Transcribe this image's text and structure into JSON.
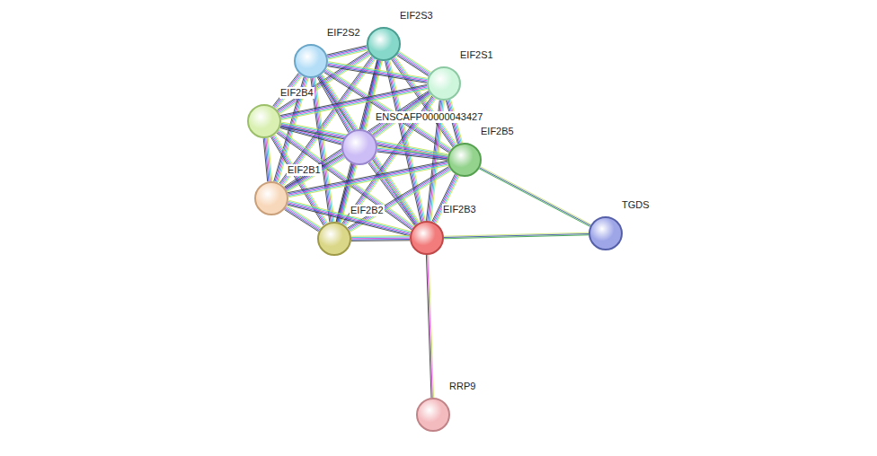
{
  "diagram": {
    "nodes": [
      {
        "text": [
          "EIF2S3"
        ]
      },
      {
        "text": [
          "EIF2S2"
        ]
      },
      {
        "text": [
          "EIF2S1"
        ]
      },
      {
        "text": [
          "EIF2B4"
        ]
      },
      {
        "text": [
          "ENSCAFP00000043427"
        ]
      },
      {
        "text": [
          "EIF2B5"
        ]
      },
      {
        "text": [
          "EIF2B1"
        ]
      },
      {
        "text": [
          "EIF2B2"
        ]
      },
      {
        "text": [
          "EIF2B3"
        ]
      },
      {
        "text": [
          "TGDS"
        ]
      },
      {
        "text": [
          "RRP9"
        ]
      }
    ],
    "edges": [
      {
        "from": 0,
        "to": 1,
        "arrow": "none"
      },
      {
        "from": 0,
        "to": 2,
        "arrow": "none"
      },
      {
        "from": 0,
        "to": 3,
        "arrow": "none"
      },
      {
        "from": 0,
        "to": 4,
        "arrow": "none"
      },
      {
        "from": 0,
        "to": 5,
        "arrow": "none"
      },
      {
        "from": 0,
        "to": 6,
        "arrow": "none"
      },
      {
        "from": 0,
        "to": 7,
        "arrow": "none"
      },
      {
        "from": 0,
        "to": 8,
        "arrow": "none"
      },
      {
        "from": 1,
        "to": 2,
        "arrow": "none"
      },
      {
        "from": 1,
        "to": 3,
        "arrow": "none"
      },
      {
        "from": 1,
        "to": 4,
        "arrow": "none"
      },
      {
        "from": 1,
        "to": 5,
        "arrow": "none"
      },
      {
        "from": 1,
        "to": 6,
        "arrow": "none"
      },
      {
        "from": 1,
        "to": 7,
        "arrow": "none"
      },
      {
        "from": 1,
        "to": 8,
        "arrow": "none"
      },
      {
        "from": 2,
        "to": 3,
        "arrow": "none"
      },
      {
        "from": 2,
        "to": 4,
        "arrow": "none"
      },
      {
        "from": 2,
        "to": 5,
        "arrow": "none"
      },
      {
        "from": 2,
        "to": 6,
        "arrow": "none"
      },
      {
        "from": 2,
        "to": 7,
        "arrow": "none"
      },
      {
        "from": 2,
        "to": 8,
        "arrow": "none"
      },
      {
        "from": 3,
        "to": 4,
        "arrow": "none"
      },
      {
        "from": 3,
        "to": 5,
        "arrow": "none"
      },
      {
        "from": 3,
        "to": 6,
        "arrow": "none"
      },
      {
        "from": 3,
        "to": 7,
        "arrow": "none"
      },
      {
        "from": 3,
        "to": 8,
        "arrow": "none"
      },
      {
        "from": 4,
        "to": 5,
        "arrow": "none"
      },
      {
        "from": 4,
        "to": 6,
        "arrow": "none"
      },
      {
        "from": 4,
        "to": 7,
        "arrow": "none"
      },
      {
        "from": 4,
        "to": 8,
        "arrow": "none"
      },
      {
        "from": 5,
        "to": 6,
        "arrow": "none"
      },
      {
        "from": 5,
        "to": 7,
        "arrow": "none"
      },
      {
        "from": 5,
        "to": 8,
        "arrow": "none"
      },
      {
        "from": 6,
        "to": 7,
        "arrow": "none"
      },
      {
        "from": 6,
        "to": 8,
        "arrow": "none"
      },
      {
        "from": 7,
        "to": 8,
        "arrow": "none"
      },
      {
        "from": 5,
        "to": 9,
        "arrow": "none"
      },
      {
        "from": 8,
        "to": 9,
        "arrow": "none"
      },
      {
        "from": 8,
        "to": 10,
        "arrow": "none"
      }
    ]
  }
}
